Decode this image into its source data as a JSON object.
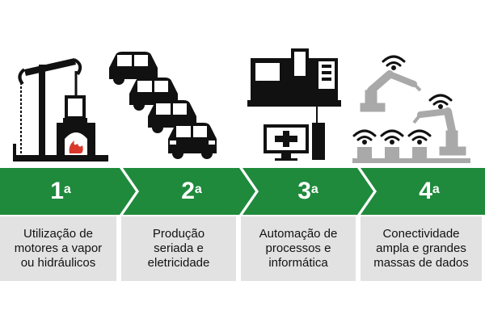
{
  "colors": {
    "band_green": "#1f8a3c",
    "band_green_dark": "#136a2a",
    "caption_bg": "#e2e2e2",
    "icon_black": "#111111",
    "robot_gray": "#a9a9a9",
    "fire_red": "#d9382b"
  },
  "stages": [
    {
      "number": "1",
      "ordinal": "a",
      "icon": "steam-engine-icon",
      "caption_lines": [
        "Utilização de",
        "motores a vapor",
        "ou hidráulicos"
      ]
    },
    {
      "number": "2",
      "ordinal": "a",
      "icon": "car-assembly-line-icon",
      "caption_lines": [
        "Produção",
        "seriada e",
        "eletricidade"
      ]
    },
    {
      "number": "3",
      "ordinal": "a",
      "icon": "cnc-machine-computer-icon",
      "caption_lines": [
        "Automação de",
        "processos e",
        "informática"
      ]
    },
    {
      "number": "4",
      "ordinal": "a",
      "icon": "connected-robots-icon",
      "caption_lines": [
        "Conectividade",
        "ampla e grandes",
        "massas de dados"
      ]
    }
  ]
}
